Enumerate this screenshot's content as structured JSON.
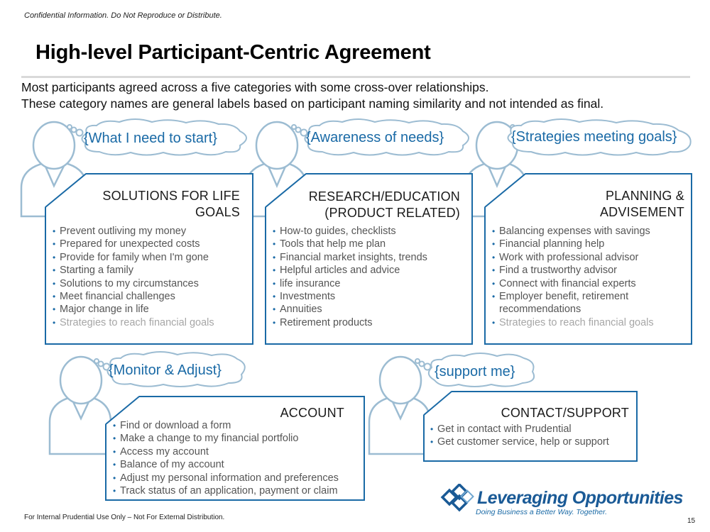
{
  "header": {
    "confidential": "Confidential Information. Do Not Reproduce or Distribute.",
    "title": "High-level Participant-Centric Agreement",
    "intro_line1": "Most participants agreed across a five categories with some cross-over relationships.",
    "intro_line2": "These category names are general labels based on participant naming similarity and not intended as final."
  },
  "categories": [
    {
      "bubble": "{What I need to start}",
      "title_line1": "SOLUTIONS FOR LIFE",
      "title_line2": "GOALS",
      "items": [
        "Prevent outliving my money",
        "Prepared for unexpected costs",
        "Provide for family when I'm gone",
        "Starting a family",
        "Solutions to my circumstances",
        "Meet financial challenges",
        "Major change in life",
        "Strategies to reach financial goals"
      ]
    },
    {
      "bubble": "{Awareness of needs}",
      "title_line1": "RESEARCH/EDUCATION",
      "title_line2": "(PRODUCT RELATED)",
      "items": [
        "How-to guides, checklists",
        "Tools that help me plan",
        "Financial market insights, trends",
        "Helpful articles and advice",
        "life insurance",
        "Investments",
        "Annuities",
        "Retirement products"
      ]
    },
    {
      "bubble": "{Strategies meeting goals}",
      "title_line1": "PLANNING &",
      "title_line2": "ADVISEMENT",
      "items": [
        "Balancing expenses with savings",
        "Financial planning help",
        "Work with professional advisor",
        "Find a trustworthy advisor",
        "Connect with financial experts",
        "Employer benefit, retirement recommendations",
        "Strategies to reach financial goals"
      ]
    },
    {
      "bubble": "{Monitor & Adjust}",
      "title_line1": "ACCOUNT",
      "items": [
        "Find or download a form",
        "Make a change to my financial portfolio",
        "Access my account",
        "Balance of my account",
        "Adjust my personal information and preferences",
        "Track status of an application, payment or claim"
      ]
    },
    {
      "bubble": "{support me}",
      "title_line1": "CONTACT/SUPPORT",
      "items": [
        "Get in contact with Prudential",
        "Get customer service, help or support"
      ]
    }
  ],
  "logo": {
    "name": "Leveraging Opportunities",
    "tagline": "Doing Business a Better Way. Together."
  },
  "footer": {
    "text": "For Internal Prudential Use Only – Not For External Distribution.",
    "page_number": "15"
  },
  "colors": {
    "accent": "#1a6aa6",
    "figure": "#9cbcd2",
    "muted": "#a6a6a6"
  }
}
